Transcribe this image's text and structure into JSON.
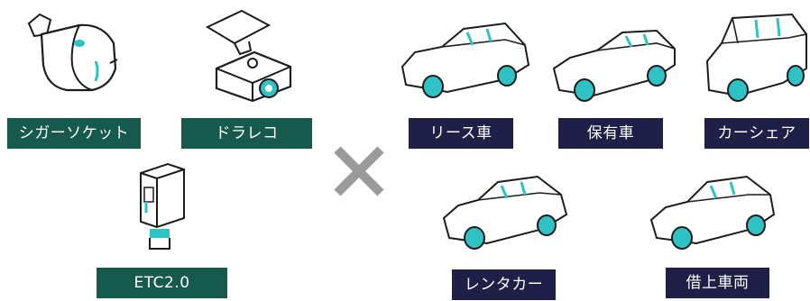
{
  "colors": {
    "device_label_bg": "#165a4e",
    "vehicle_label_bg": "#1f1f47",
    "accent": "#2fc2c4",
    "line": "#1c1c1c",
    "cross": "#9a9a9a"
  },
  "devices": [
    {
      "label": "シガーソケット",
      "icon": "cigar-socket-icon"
    },
    {
      "label": "ドラレコ",
      "icon": "dashcam-icon"
    },
    {
      "label": "ETC2.0",
      "icon": "etc-unit-icon"
    }
  ],
  "vehicles": [
    {
      "label": "リース車",
      "icon": "sedan-car-icon"
    },
    {
      "label": "保有車",
      "icon": "sports-car-icon"
    },
    {
      "label": "カーシェア",
      "icon": "suv-car-icon"
    },
    {
      "label": "レンタカー",
      "icon": "rental-sedan-icon"
    },
    {
      "label": "借上車両",
      "icon": "classic-sedan-icon"
    }
  ],
  "operator_icon": "multiply-icon"
}
